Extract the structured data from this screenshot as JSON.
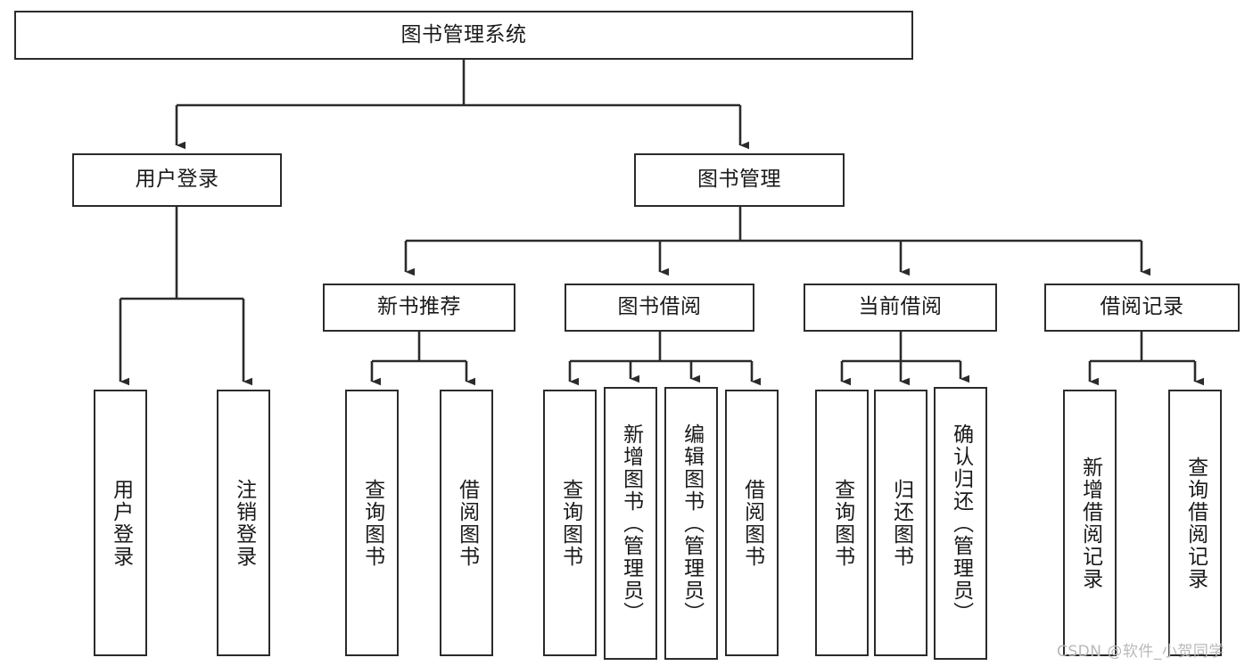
{
  "diagram": {
    "title": "图书管理系统",
    "type": "tree-hierarchy-diagram",
    "root": {
      "label": "图书管理系统"
    },
    "level2": [
      {
        "label": "用户登录"
      },
      {
        "label": "图书管理"
      }
    ],
    "level3": [
      {
        "label": "新书推荐"
      },
      {
        "label": "图书借阅"
      },
      {
        "label": "当前借阅"
      },
      {
        "label": "借阅记录"
      }
    ],
    "leaves": {
      "user_login": [
        {
          "label": "用户登录"
        },
        {
          "label": "注销登录"
        }
      ],
      "new_book_recommend": [
        {
          "label": "查询图书"
        },
        {
          "label": "借阅图书"
        }
      ],
      "book_borrow": [
        {
          "label": "查询图书"
        },
        {
          "label": "新增图书（管理员）"
        },
        {
          "label": "编辑图书（管理员）"
        },
        {
          "label": "借阅图书"
        }
      ],
      "current_borrow": [
        {
          "label": "查询图书"
        },
        {
          "label": "归还图书"
        },
        {
          "label": "确认归还（管理员）"
        }
      ],
      "borrow_record": [
        {
          "label": "新增借阅记录"
        },
        {
          "label": "查询借阅记录"
        }
      ]
    }
  },
  "watermark": {
    "text": "CSDN @软件_小贺同学"
  },
  "colors": {
    "stroke": "#2b2b2b",
    "text": "#1a1a1a",
    "background": "#ffffff",
    "watermark": "#b9b9b9"
  }
}
